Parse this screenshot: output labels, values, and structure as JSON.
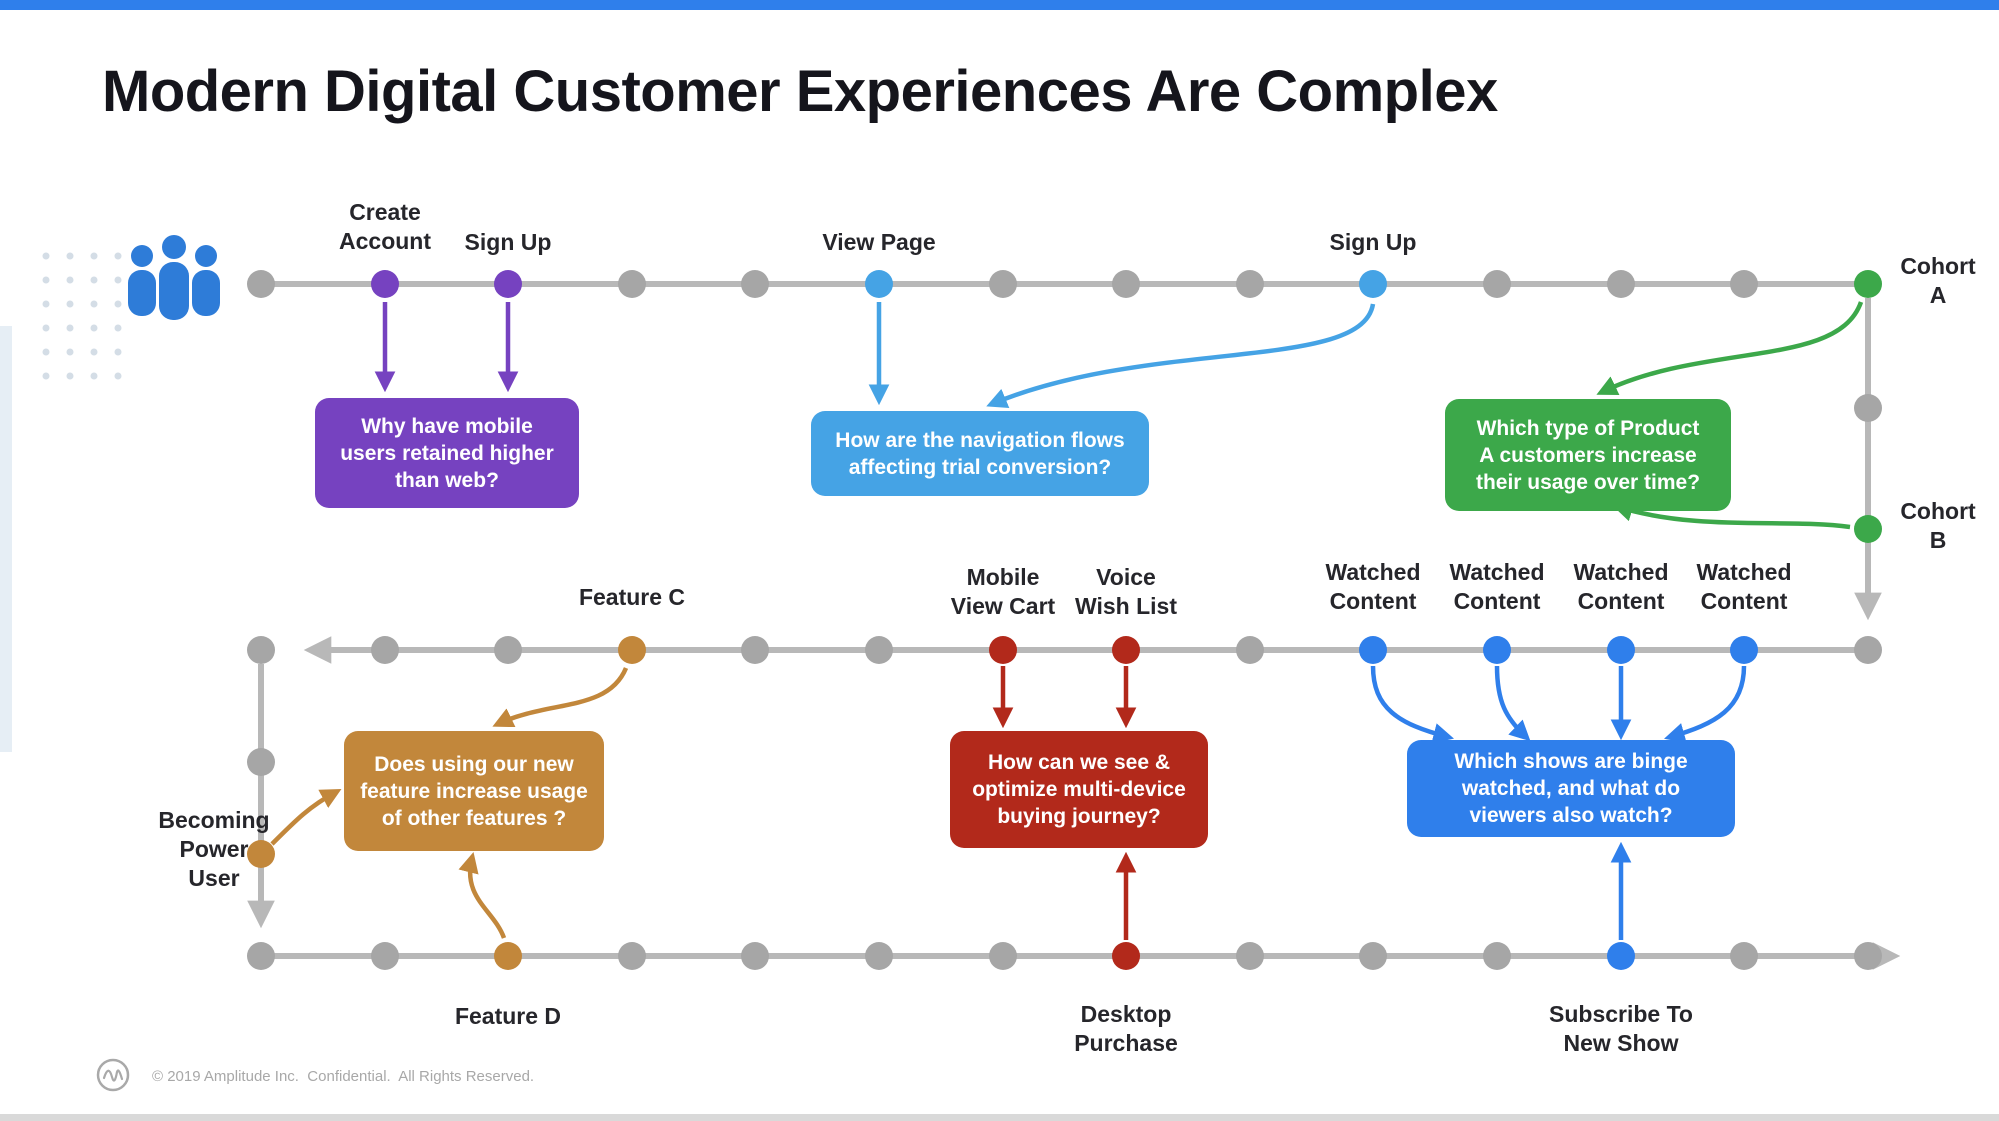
{
  "title": "Modern Digital Customer Experiences Are Complex",
  "timeline_labels": {
    "create_account": "Create\nAccount",
    "sign_up_1": "Sign Up",
    "view_page": "View Page",
    "sign_up_2": "Sign Up",
    "cohort_a": "Cohort\nA",
    "cohort_b": "Cohort\nB",
    "feature_c": "Feature C",
    "mobile_view_cart": "Mobile\nView Cart",
    "voice_wish_list": "Voice\nWish List",
    "watched_content": "Watched\nContent",
    "becoming_power_user": "Becoming\nPower\nUser",
    "feature_d": "Feature D",
    "desktop_purchase": "Desktop\nPurchase",
    "subscribe_to_new_show": "Subscribe To\nNew Show"
  },
  "callouts": {
    "mobile_retention": "Why have mobile\nusers retained higher\nthan web?",
    "navigation_flows": "How are the navigation flows\naffecting trial conversion?",
    "product_usage": "Which type of Product\nA customers increase\ntheir usage over time?",
    "feature_usage": "Does using our new\nfeature increase usage\nof other features ?",
    "multi_device": "How can we see &\noptimize multi-device\nbuying journey?",
    "binge_watching": "Which shows are binge\nwatched, and what do\nviewers also watch?"
  },
  "footer": {
    "copyright": "© 2019 Amplitude Inc.  Confidential.  All Rights Reserved."
  },
  "colors": {
    "top_bar": "#2F7FEB",
    "purple": "#7642C0",
    "sky_blue": "#45A3E5",
    "green": "#3CA84A",
    "tan": "#C2873B",
    "dark_red": "#B2291B",
    "bright_blue": "#2F7FEB",
    "gray": "#A6A6A6",
    "line_gray": "#B8B8B8",
    "icon_blue": "#2E7CD8"
  }
}
